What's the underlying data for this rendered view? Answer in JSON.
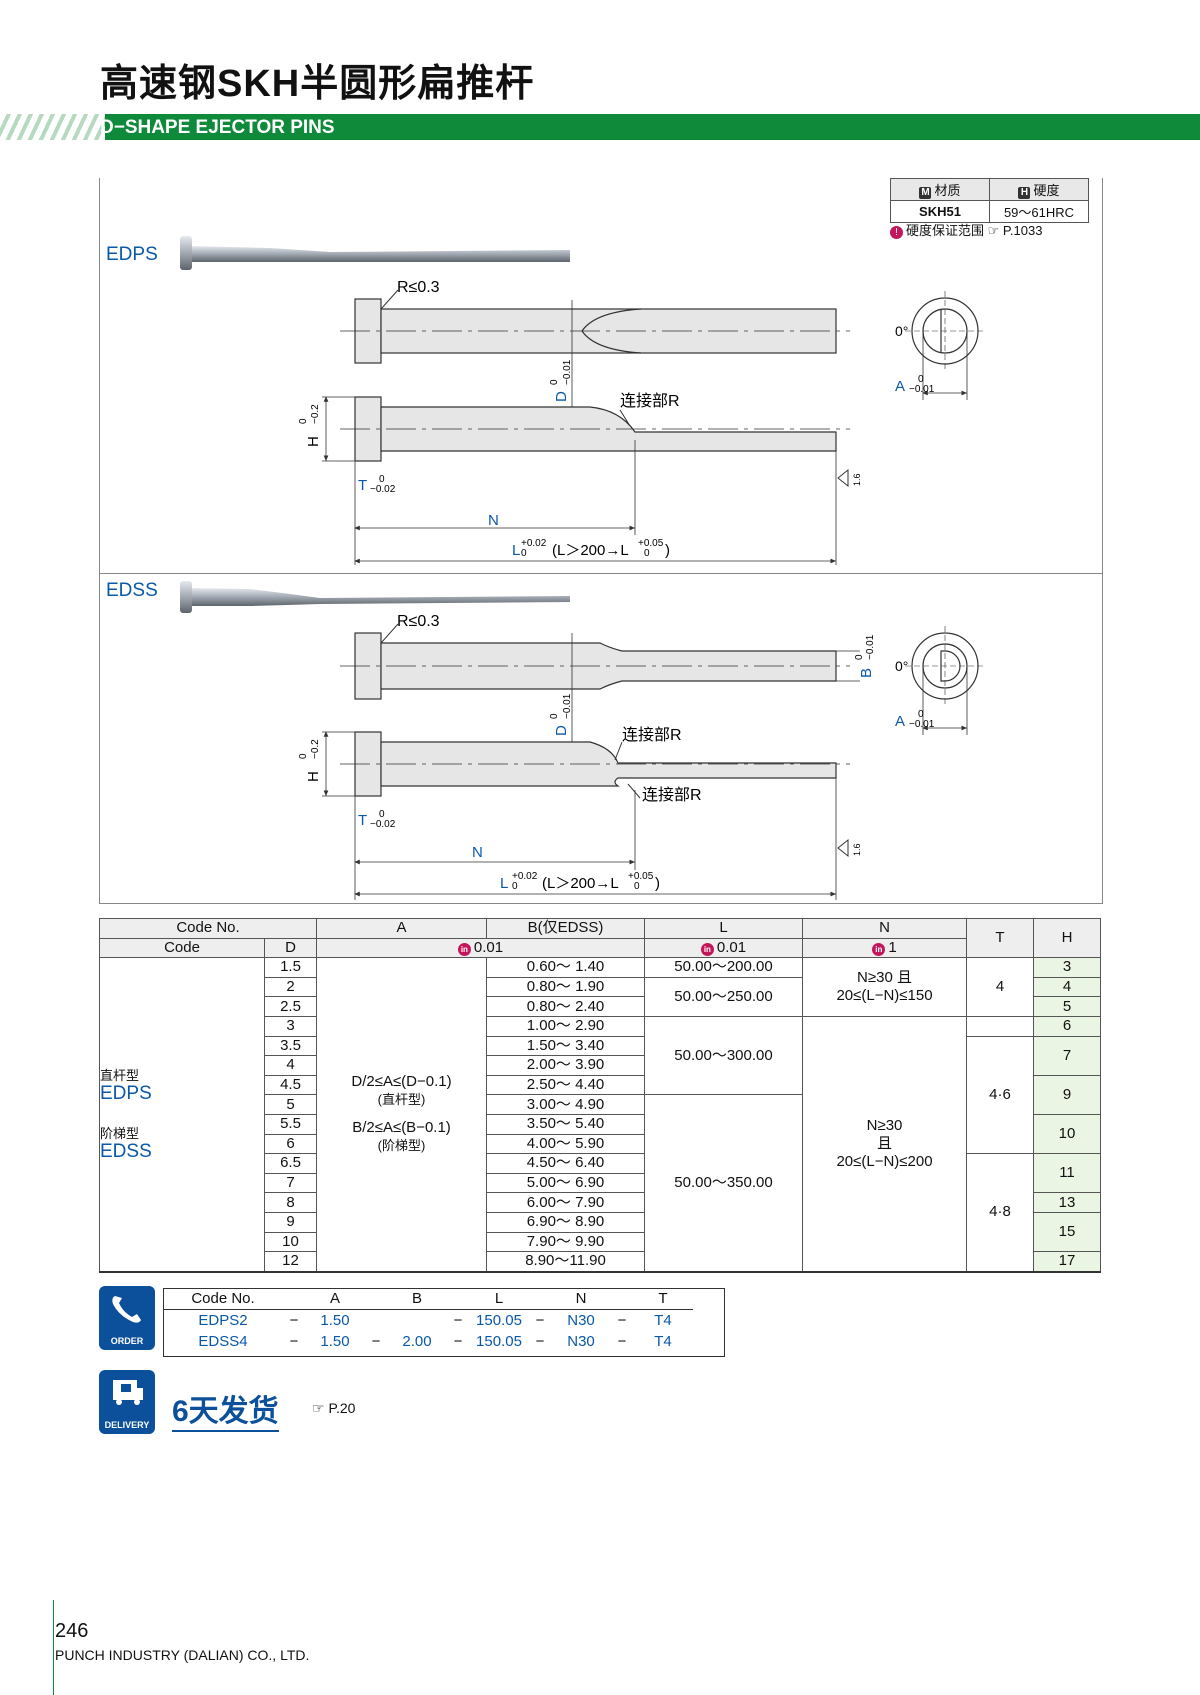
{
  "title": "高速钢SKH半圆形扁推杆",
  "subtitle": "D−SHAPE EJECTOR PINS",
  "material": {
    "m_label": "材质",
    "h_label": "硬度",
    "m_value": "SKH51",
    "h_value": "59～61HRC",
    "note": "硬度保证范围",
    "note_ref": "P.1033",
    "m_icon": "M",
    "h_icon": "H"
  },
  "edps_label": "EDPS",
  "edss_label": "EDSS",
  "drawing": {
    "radius": "R≤0.3",
    "joint": "连接部R",
    "n": "N",
    "l_main": "L",
    "l_tol": "+0.02",
    "l_tol2": "0",
    "l_paren": "(L＞200→L",
    "l_tol3": "+0.05",
    "l_paren_end": ")",
    "d": "D",
    "d_tol": "−0.01",
    "h": "H",
    "h_tol": "−0.2",
    "t": "T",
    "t_tol": "−0.02",
    "a": "A",
    "a_tol": "−0.01",
    "b": "B",
    "b_tol": "−0.01",
    "zero": "0",
    "angle": "0°",
    "rough": "1.6"
  },
  "spec": {
    "h_code_no": "Code No.",
    "h_code": "Code",
    "h_d": "D",
    "h_a": "A",
    "h_b": "B(仅EDSS)",
    "h_l": "L",
    "h_n": "N",
    "h_t": "T",
    "h_h": "H",
    "tol_a": "0.01",
    "tol_l": "0.01",
    "tol_n": "1",
    "in_icon": "in",
    "type1_cn": "直杆型",
    "type1": "EDPS",
    "type2_cn": "阶梯型",
    "type2": "EDSS",
    "a_formula1": "D/2≤A≤(D−0.1)",
    "a_note1": "(直杆型)",
    "a_formula2": "B/2≤A≤(B−0.1)",
    "a_note2": "(阶梯型)",
    "d": [
      "1.5",
      "2",
      "2.5",
      "3",
      "3.5",
      "4",
      "4.5",
      "5",
      "5.5",
      "6",
      "6.5",
      "7",
      "8",
      "9",
      "10",
      "12"
    ],
    "b": [
      "0.60～ 1.40",
      "0.80～ 1.90",
      "0.80～ 2.40",
      "1.00～ 2.90",
      "1.50～ 3.40",
      "2.00～ 3.90",
      "2.50～ 4.40",
      "3.00～ 4.90",
      "3.50～ 5.40",
      "4.00～ 5.90",
      "4.50～ 6.40",
      "5.00～ 6.90",
      "6.00～ 7.90",
      "6.90～ 8.90",
      "7.90～ 9.90",
      "8.90～11.90"
    ],
    "l": [
      "50.00～200.00",
      "50.00～250.00",
      "50.00～300.00",
      "50.00～350.00"
    ],
    "n1a": "N≥30  且",
    "n1b": "20≤(L−N)≤150",
    "n2a": "N≥30",
    "n2b": "且",
    "n2c": "20≤(L−N)≤200",
    "t": [
      "4",
      "4·6",
      "4·8"
    ],
    "h": [
      "3",
      "4",
      "5",
      "6",
      "7",
      "9",
      "10",
      "11",
      "13",
      "15",
      "17"
    ]
  },
  "order": {
    "caption": "ORDER",
    "headers": [
      "Code No.",
      "A",
      "B",
      "L",
      "N",
      "T"
    ],
    "rows": [
      [
        "EDPS2",
        "−",
        "1.50",
        "",
        "−",
        "150.05",
        "−",
        "N30",
        "−",
        "T4"
      ],
      [
        "EDSS4",
        "−",
        "1.50",
        "−",
        "2.00",
        "−",
        "150.05",
        "−",
        "N30",
        "−",
        "T4"
      ]
    ]
  },
  "delivery": {
    "caption": "DELIVERY",
    "days": "6天发货",
    "ref": "P.20"
  },
  "page_number": "246",
  "company": "PUNCH INDUSTRY (DALIAN) CO., LTD."
}
